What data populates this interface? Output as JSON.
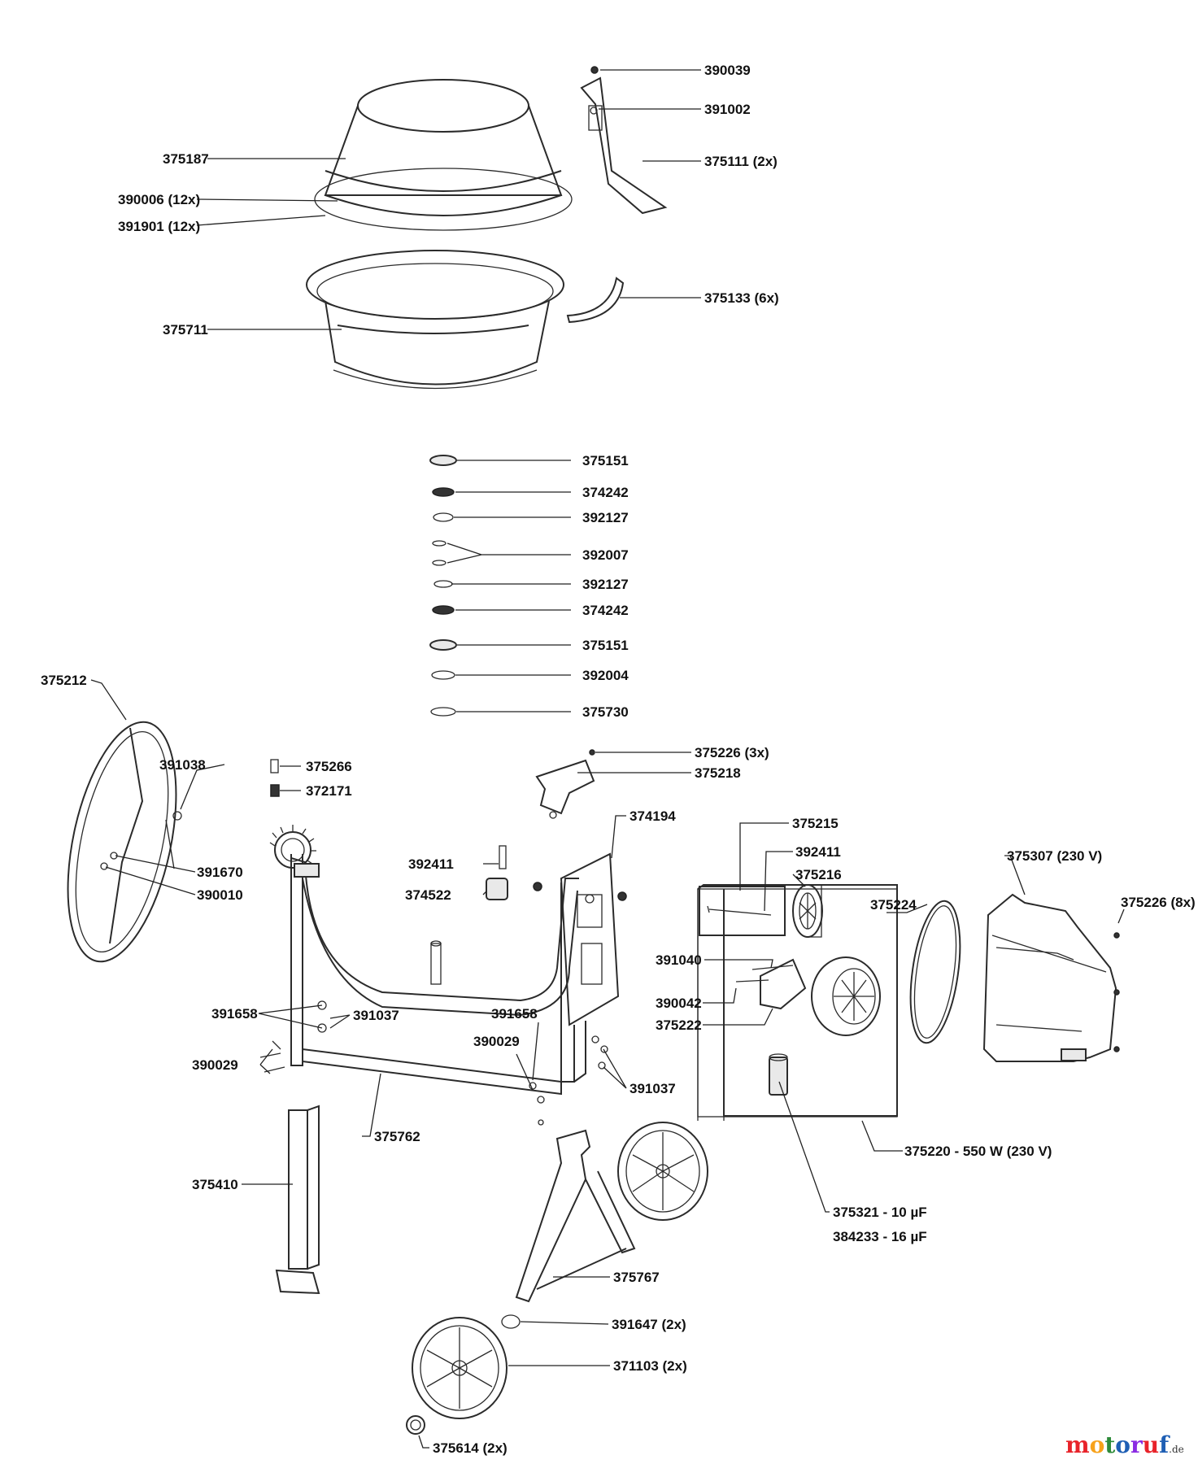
{
  "labels": {
    "l390039": "390039",
    "l391002": "391002",
    "l375111": "375111 (2x)",
    "l375187": "375187",
    "l390006": "390006 (12x)",
    "l391901": "391901 (12x)",
    "l375711": "375711",
    "l375133": "375133 (6x)",
    "l375151a": "375151",
    "l374242a": "374242",
    "l392127a": "392127",
    "l392007": "392007",
    "l392127b": "392127",
    "l374242b": "374242",
    "l375151b": "375151",
    "l392004": "392004",
    "l375730": "375730",
    "l375212": "375212",
    "l391038": "391038",
    "l391670": "391670",
    "l390010": "390010",
    "l375266": "375266",
    "l372171": "372171",
    "l375226a": "375226 (3x)",
    "l375218": "375218",
    "l374194": "374194",
    "l392411a": "392411",
    "l374522": "374522",
    "l375215": "375215",
    "l392411b": "392411",
    "l375216": "375216",
    "l375307": "375307 (230 V)",
    "l375224": "375224",
    "l375226b": "375226 (8x)",
    "l391040": "391040",
    "l390042": "390042",
    "l375222": "375222",
    "l391658a": "391658",
    "l391037a": "391037",
    "l391658b": "391658",
    "l390029a": "390029",
    "l390029b": "390029",
    "l391037b": "391037",
    "l375762": "375762",
    "l375220": "375220 - 550 W (230 V)",
    "l375410": "375410",
    "l375321": "375321 - 10 µF",
    "l384233": "384233 - 16 µF",
    "l375767": "375767",
    "l391647": "391647 (2x)",
    "l371103": "371103 (2x)",
    "l375614": "375614 (2x)"
  },
  "brand": {
    "name": "motoruf",
    "suffix": ".de",
    "colors": [
      "#e8232a",
      "#f7a21b",
      "#2e8b3a",
      "#1f5fb4",
      "#8a2be2",
      "#e8232a",
      "#1f5fb4"
    ]
  }
}
